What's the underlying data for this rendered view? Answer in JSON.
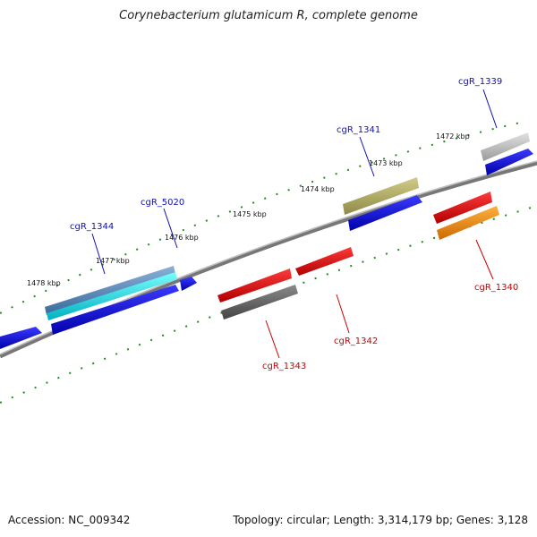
{
  "title": "Corynebacterium glutamicum R, complete genome",
  "footer": {
    "accession": "Accession: NC_009342",
    "summary": "Topology: circular; Length: 3,314,179 bp; Genes: 3,128"
  },
  "colors": {
    "forward_label": "#1010b0",
    "reverse_label": "#cc0000",
    "backbone": "#888888",
    "ticks": "#228b22"
  },
  "kbp_labels": [
    "1472 kbp",
    "1473 kbp",
    "1474 kbp",
    "1475 kbp",
    "1476 kbp",
    "1477 kbp",
    "1478 kbp"
  ],
  "genes": [
    {
      "label": "cgR_1339",
      "strand": "forward"
    },
    {
      "label": "cgR_1341",
      "strand": "forward"
    },
    {
      "label": "cgR_5020",
      "strand": "forward"
    },
    {
      "label": "cgR_1344",
      "strand": "forward"
    },
    {
      "label": "cgR_1340",
      "strand": "reverse"
    },
    {
      "label": "cgR_1342",
      "strand": "reverse"
    },
    {
      "label": "cgR_1343",
      "strand": "reverse"
    }
  ]
}
